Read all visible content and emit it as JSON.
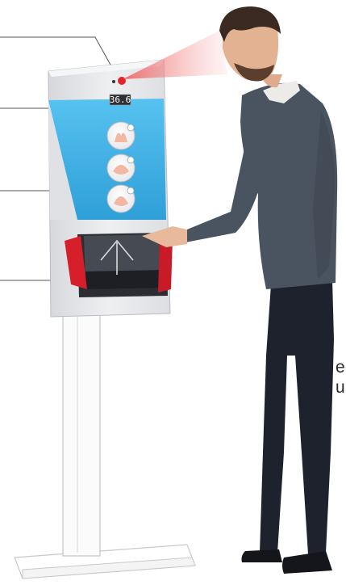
{
  "display": {
    "temperature": "36.6"
  },
  "caption": {
    "line1_partial": "e",
    "line2_partial": "u"
  },
  "icons": {
    "sensor": "infrared-sensor-icon",
    "step1": "hand-wash-step-1-icon",
    "step2": "hand-wash-step-2-icon",
    "step3": "hand-wash-step-3-icon",
    "dispenser": "dispenser-arrow-icon"
  },
  "colors": {
    "cabinet": "#e6e7ea",
    "panel_blue": "#3ab0e6",
    "accent_red": "#d71e2b",
    "sensor_beam": "#f28b8b",
    "sweater": "#4a5360",
    "trousers": "#1e222d"
  }
}
